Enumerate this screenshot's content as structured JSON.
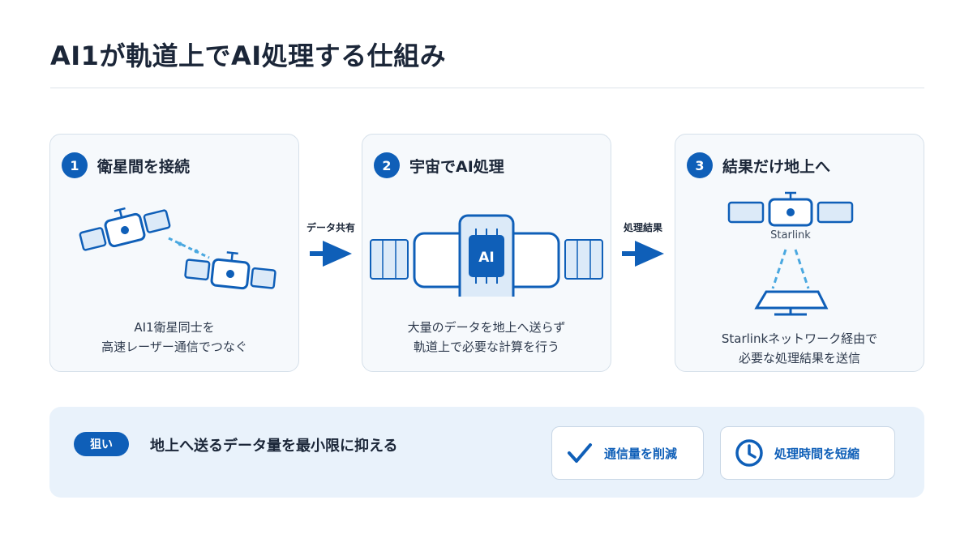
{
  "title": "AI1が軌道上でAI処理する仕組み",
  "steps": [
    {
      "number": "1",
      "title": "衛星間を接続",
      "desc_lines": [
        "AI1衛星同士を",
        "高速レーザー通信でつなぐ"
      ]
    },
    {
      "number": "2",
      "title": "宇宙でAI処理",
      "chip_label": "AI",
      "desc_lines": [
        "大量のデータを地上へ送らず",
        "軌道上で必要な計算を行う"
      ]
    },
    {
      "number": "3",
      "title": "結果だけ地上へ",
      "satellite_label": "Starlink",
      "desc_lines": [
        "Starlinkネットワーク経由で",
        "必要な処理結果を送信"
      ]
    }
  ],
  "arrows": [
    {
      "label": "データ共有"
    },
    {
      "label": "処理結果"
    }
  ],
  "goal": {
    "badge": "狙い",
    "text": "地上へ送るデータ量を最小限に抑える",
    "benefits": [
      {
        "icon": "checkmark-icon",
        "label": "通信量を削減"
      },
      {
        "icon": "clock-icon",
        "label": "処理時間を短縮"
      }
    ]
  },
  "colors": {
    "accent": "#0f5fb8",
    "card_bg": "#f6f9fc",
    "panel_bg": "#e9f2fb",
    "light_blue": "#dceaf8",
    "laser": "#4aa8e0"
  }
}
